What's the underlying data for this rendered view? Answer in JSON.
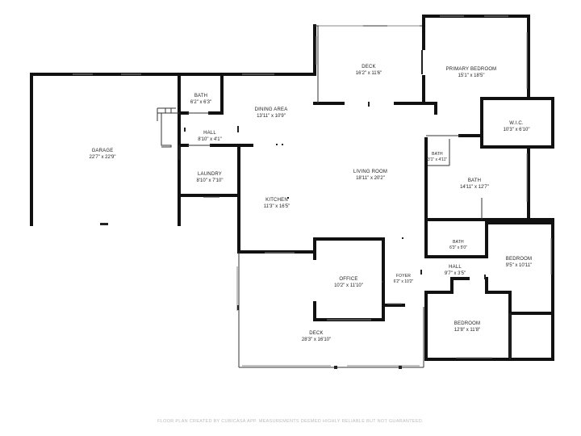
{
  "rooms": {
    "garage": {
      "name": "GARAGE",
      "dim": "22'7\" x 22'9\""
    },
    "bath_1": {
      "name": "BATH",
      "dim": "6'2\" x 6'3\""
    },
    "dining_area": {
      "name": "DINING AREA",
      "dim": "13'11\" x 10'9\""
    },
    "hall_1": {
      "name": "HALL",
      "dim": "8'10\" x 4'1\""
    },
    "laundry": {
      "name": "LAUNDRY",
      "dim": "8'10\" x 7'10\""
    },
    "kitchen": {
      "name": "KITCHEN",
      "dim": "11'3\" x 16'5\""
    },
    "deck_top": {
      "name": "DECK",
      "dim": "16'2\" x 11'6\""
    },
    "living_room": {
      "name": "LIVING ROOM",
      "dim": "18'11\" x 20'2\""
    },
    "primary_bedroom": {
      "name": "PRIMARY BEDROOM",
      "dim": "15'1\" x 18'5\""
    },
    "wic": {
      "name": "W.I.C.",
      "dim": "10'3\" x 6'10\""
    },
    "bath_small": {
      "name": "BATH",
      "dim": "3'1\" x 4'11\""
    },
    "bath_primary": {
      "name": "BATH",
      "dim": "14'11\" x 12'7\""
    },
    "office": {
      "name": "OFFICE",
      "dim": "10'2\" x 11'10\""
    },
    "foyer": {
      "name": "FOYER",
      "dim": "6'2\" x 10'2\""
    },
    "deck_bottom": {
      "name": "DECK",
      "dim": "28'3\" x 16'10\""
    },
    "bath_2": {
      "name": "BATH",
      "dim": "6'3\" x 5'0\""
    },
    "hall_2": {
      "name": "HALL",
      "dim": "9'7\" x 3'5\""
    },
    "bedroom_1": {
      "name": "BEDROOM",
      "dim": "9'5\" x 10'11\""
    },
    "bedroom_2": {
      "name": "BEDROOM",
      "dim": "12'8\" x 11'8\""
    }
  },
  "footer": "FLOOR PLAN CREATED BY CUBICASA APP. MEASUREMENTS DEEMED HIGHLY RELIABLE BUT NOT GUARANTEED."
}
